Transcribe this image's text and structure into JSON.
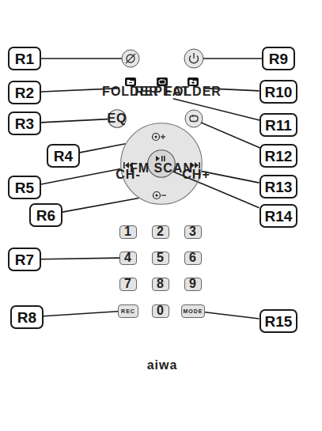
{
  "diagram": {
    "nodes": [
      {
        "text": [
          "aiwa"
        ]
      },
      {
        "text": [
          "FOLDER"
        ],
        "in": 0
      },
      {
        "text": [
          "REPEAT"
        ],
        "in": 0
      },
      {
        "text": [
          "FOLDER"
        ],
        "in": 0
      },
      {
        "text": [
          "EQ"
        ],
        "in": 0
      },
      {
        "text": [
          "CH-",
          "CH+"
        ],
        "in": 0
      },
      {
        "text": [
          "FM SCAN"
        ],
        "in": 5
      },
      {
        "text": [
          "1"
        ],
        "in": 0
      },
      {
        "text": [
          "2"
        ],
        "in": 0
      },
      {
        "text": [
          "3"
        ],
        "in": 0
      },
      {
        "text": [
          "4"
        ],
        "in": 0
      },
      {
        "text": [
          "5"
        ],
        "in": 0
      },
      {
        "text": [
          "6"
        ],
        "in": 0
      },
      {
        "text": [
          "7"
        ],
        "in": 0
      },
      {
        "text": [
          "8"
        ],
        "in": 0
      },
      {
        "text": [
          "9"
        ],
        "in": 0
      },
      {
        "text": [
          "REC"
        ],
        "in": 0
      },
      {
        "text": [
          "0"
        ],
        "in": 0
      },
      {
        "text": [
          "MODE"
        ],
        "in": 0
      },
      {
        "text": [
          "R1"
        ]
      },
      {
        "text": [
          "R2"
        ]
      },
      {
        "text": [
          "R3"
        ]
      },
      {
        "text": [
          "R4"
        ]
      },
      {
        "text": [
          "R5"
        ]
      },
      {
        "text": [
          "R6"
        ]
      },
      {
        "text": [
          "R7"
        ]
      },
      {
        "text": [
          "R8"
        ]
      },
      {
        "text": [
          "R9"
        ]
      },
      {
        "text": [
          "R10"
        ]
      },
      {
        "text": [
          "R11"
        ]
      },
      {
        "text": [
          "R12"
        ]
      },
      {
        "text": [
          "R13"
        ]
      },
      {
        "text": [
          "R14"
        ]
      },
      {
        "text": [
          "R15"
        ]
      }
    ],
    "edges": [
      {
        "from": 20,
        "to": 1,
        "arrow": "none"
      },
      {
        "from": 21,
        "to": 4,
        "arrow": "none"
      },
      {
        "from": 22,
        "to": 5,
        "arrow": "none"
      },
      {
        "from": 23,
        "to": 5,
        "arrow": "none"
      },
      {
        "from": 24,
        "to": 5,
        "arrow": "none"
      },
      {
        "from": 25,
        "to": 10,
        "arrow": "none"
      },
      {
        "from": 26,
        "to": 16,
        "arrow": "none"
      },
      {
        "from": 28,
        "to": 3,
        "arrow": "none"
      },
      {
        "from": 29,
        "to": 2,
        "arrow": "none"
      },
      {
        "from": 31,
        "to": 5,
        "arrow": "none"
      },
      {
        "from": 32,
        "to": 6,
        "arrow": "none"
      },
      {
        "from": 33,
        "to": 18,
        "arrow": "none"
      }
    ]
  }
}
